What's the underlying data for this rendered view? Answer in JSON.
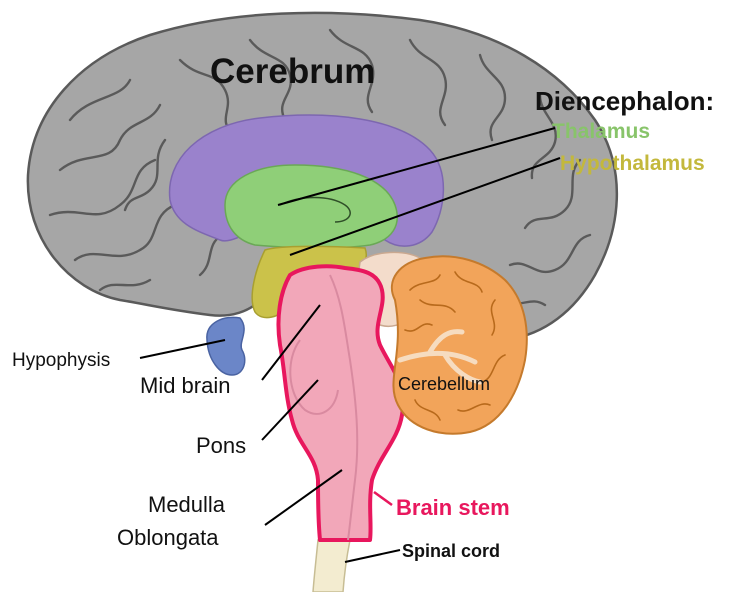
{
  "labels": {
    "cerebrum": "Cerebrum",
    "diencephalon": "Diencephalon:",
    "thalamus": "Thalamus",
    "hypothalamus": "Hypothalamus",
    "hypophysis": "Hypophysis",
    "mid_brain": "Mid brain",
    "cerebellum": "Cerebellum",
    "pons": "Pons",
    "medulla_line1": "Medulla",
    "medulla_line2": "Oblongata",
    "brain_stem": "Brain stem",
    "spinal_cord": "Spinal cord"
  },
  "colors": {
    "cerebrum": "#a6a6a6",
    "corpus_callosum": "#9a82cc",
    "thalamus": "#8fcf78",
    "hypothalamus": "#cbc24a",
    "hypophysis": "#6b86c8",
    "brainstem": "#f2a7b9",
    "brainstem_outline": "#e8175d",
    "cerebellum": "#f2a45a",
    "spinal_cord": "#f3ecd0",
    "thalamus_text": "#88c46a",
    "hypothalamus_text": "#c3b83c",
    "brain_stem_text": "#e8175d"
  }
}
